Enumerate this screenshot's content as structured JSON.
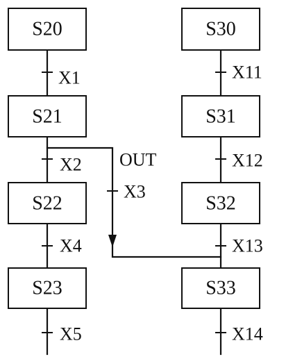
{
  "diagram": {
    "left_column": {
      "steps": [
        "S20",
        "S21",
        "S22",
        "S23"
      ],
      "transitions": [
        "X1",
        "X2",
        "X4",
        "X5"
      ]
    },
    "right_column": {
      "steps": [
        "S30",
        "S31",
        "S32",
        "S33"
      ],
      "transitions": [
        "X11",
        "X12",
        "X13",
        "X14"
      ]
    },
    "jump": {
      "label": "OUT",
      "condition": "X3"
    }
  }
}
